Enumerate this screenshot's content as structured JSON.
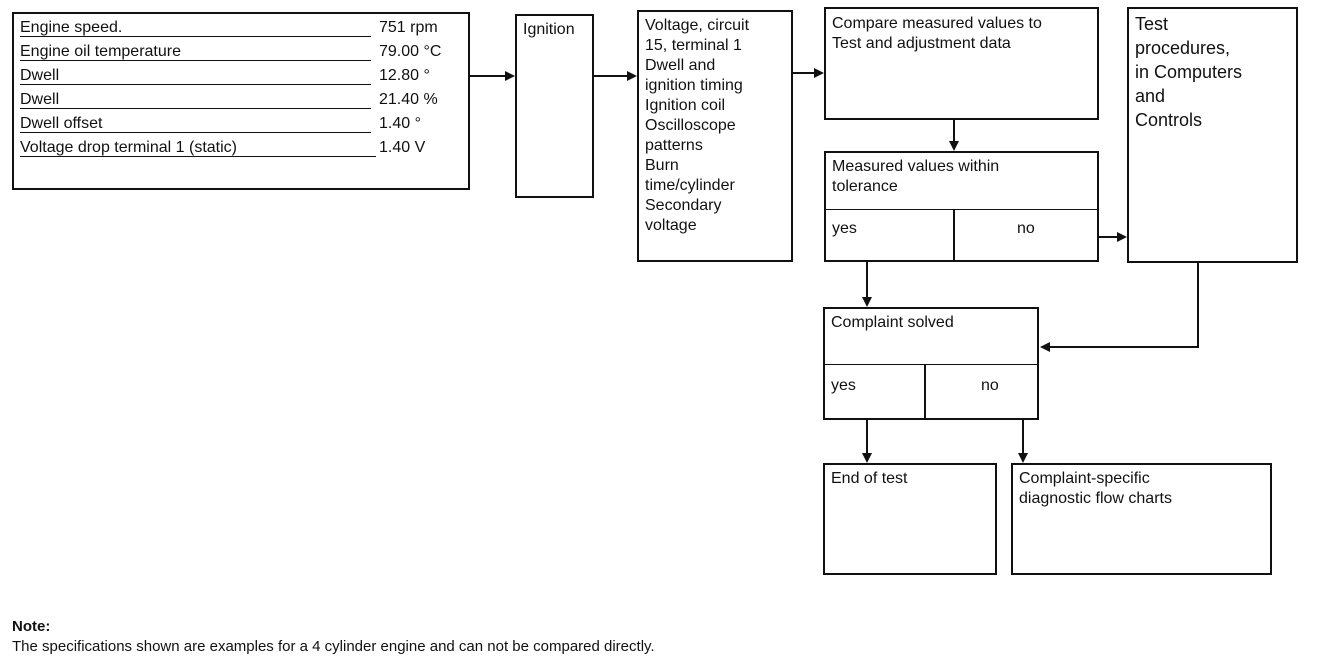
{
  "spec_table": {
    "rows": [
      {
        "label": "Engine speed.",
        "value": "751 rpm"
      },
      {
        "label": "Engine oil temperature",
        "value": "79.00 °C"
      },
      {
        "label": "Dwell",
        "value": "12.80 °"
      },
      {
        "label": "Dwell",
        "value": "21.40 %"
      },
      {
        "label": "Dwell offset",
        "value": "1.40 °"
      },
      {
        "label": "Voltage drop terminal 1 (static)",
        "value": "1.40 V"
      }
    ]
  },
  "ignition_box": {
    "label": "Ignition"
  },
  "tests_box": {
    "lines": [
      "Voltage, circuit",
      "15, terminal 1",
      "Dwell and",
      "ignition timing",
      "Ignition coil",
      "Oscilloscope",
      "patterns",
      "Burn",
      "time/cylinder",
      "Secondary",
      "voltage"
    ]
  },
  "compare_box": {
    "lines": [
      "Compare measured values to",
      "Test and adjustment data"
    ]
  },
  "tolerance_box": {
    "lines": [
      "Measured values within",
      "tolerance"
    ],
    "yes": "yes",
    "no": "no"
  },
  "test_procedures_box": {
    "lines": [
      "Test",
      "procedures,",
      "in Computers",
      "and",
      "Controls"
    ]
  },
  "complaint_box": {
    "label": "Complaint solved",
    "yes": "yes",
    "no": "no"
  },
  "end_box": {
    "label": "End of test"
  },
  "flowcharts_box": {
    "lines": [
      "Complaint-specific",
      "diagnostic flow charts"
    ]
  },
  "note": {
    "title": "Note:",
    "text": "The specifications shown are examples for a 4 cylinder engine and can not be compared directly."
  }
}
